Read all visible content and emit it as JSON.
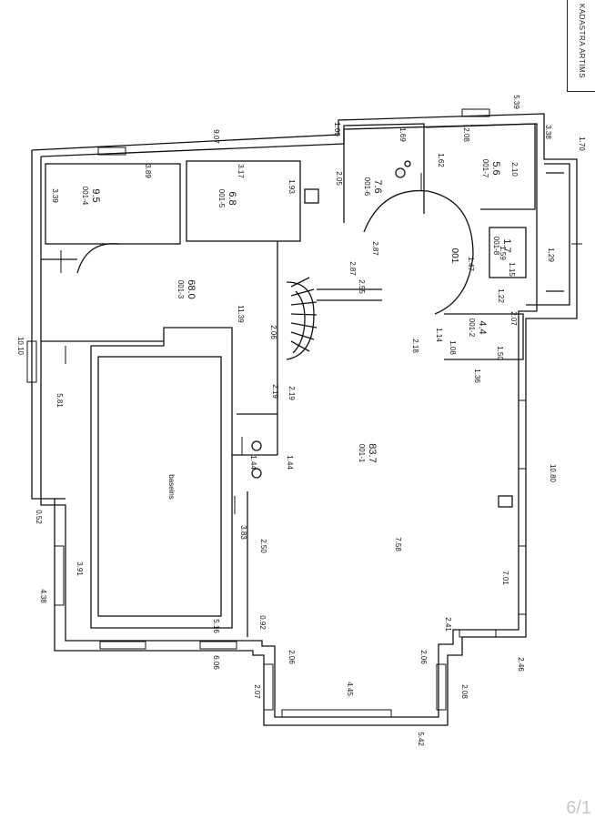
{
  "header": {
    "stamp_text": "KADASTRA ARTIMS"
  },
  "footer": {
    "page_number": "6/1"
  },
  "dimensions": {
    "top_left": "9.07",
    "top_left_gap": "1.00",
    "top_right": "5.39",
    "top_right_side": "3.38",
    "top_far_right": "1.70",
    "left_total": "10.10",
    "left_upper": "5.81",
    "left_lower": "4.38",
    "left_small": "0.52",
    "bottom_left": "6.06",
    "bottom_center": "5.42",
    "bottom_right": "2.46",
    "right_total": "10.80",
    "right_side": "1.29"
  },
  "labels": {
    "hall_length": "11.39",
    "pool_width": "5.16",
    "pool_side": "3.91",
    "pool_top": "3.83",
    "living_width": "7.58",
    "bay_width": "4.45",
    "bay_right": "2.41",
    "bay_side_left": "2.06",
    "bay_side_right": "2.06",
    "bay_end_left": "2.07",
    "bay_end_right": "2.08",
    "window_right": "7.01",
    "stairs_a": "2.87",
    "stairs_b": "2.55",
    "stairs_c": "2.06",
    "stairs_d": "2.19",
    "stairs_e": "2.19",
    "stairs_f": "2.18",
    "corridor": "2.50",
    "room4_w": "3.89",
    "room4_h": "3.39",
    "room5_w": "3.17",
    "room5_h": "1.93",
    "room6_w": "1.69",
    "room6_h": "2.05",
    "room7_w": "2.08",
    "room7_h": "2.10",
    "hall2_w": "2.87",
    "hall1_w": "1.47",
    "wall_a": "1.44",
    "wall_b": "1.44",
    "wall_c": "0.92",
    "wall_d": "1.62",
    "wall_e": "1.50",
    "wall_f": "1.08",
    "wall_g": "1.36",
    "wall_h": "1.22",
    "wall_i": "1.14",
    "wall_j": "2.07",
    "wall_k": "1.59",
    "wall_l": "1.15"
  },
  "rooms": [
    {
      "id": "001-1",
      "area": "83.7"
    },
    {
      "id": "001-2",
      "area": "4.4"
    },
    {
      "id": "001-3",
      "area": "68.0"
    },
    {
      "id": "001-4",
      "area": "9.5"
    },
    {
      "id": "001-5",
      "area": "6.8"
    },
    {
      "id": "001-6",
      "area": "7.6"
    },
    {
      "id": "001-7",
      "area": "5.6"
    },
    {
      "id": "001-8",
      "area": "1.7"
    }
  ],
  "pool_label": "baseins",
  "unit_tag": "001"
}
